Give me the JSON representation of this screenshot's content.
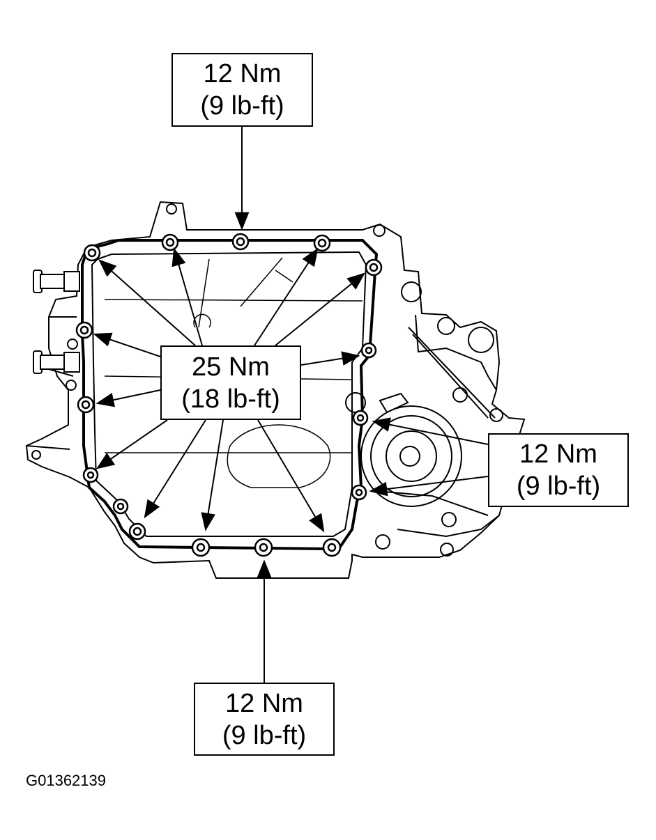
{
  "labels": {
    "top": {
      "line1": "12 Nm",
      "line2": "(9 lb-ft)"
    },
    "center": {
      "line1": "25 Nm",
      "line2": "(18 lb-ft)"
    },
    "right": {
      "line1": "12 Nm",
      "line2": "(9 lb-ft)"
    },
    "bottom": {
      "line1": "12 Nm",
      "line2": "(9 lb-ft)"
    }
  },
  "figure_id": "G01362139"
}
